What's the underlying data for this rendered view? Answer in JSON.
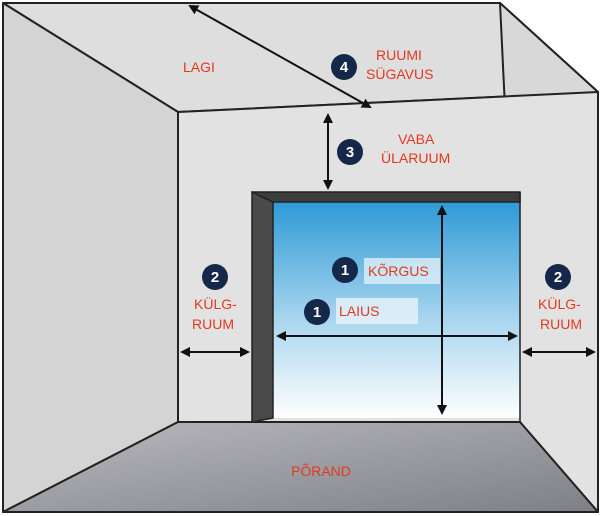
{
  "labels": {
    "ceiling": "LAGI",
    "floor": "PÕRAND",
    "depth_line1": "RUUMI",
    "depth_line2": "SÜGAVUS",
    "headroom_line1": "VABA",
    "headroom_line2": "ÜLARUUM",
    "height": "KÕRGUS",
    "width": "LAIUS",
    "side_left_line1": "KÜLG-",
    "side_left_line2": "RUUM",
    "side_right_line1": "KÜLG-",
    "side_right_line2": "RUUM"
  },
  "badges": {
    "depth": "4",
    "headroom": "3",
    "height": "1",
    "width": "1",
    "side_left": "2",
    "side_right": "2"
  },
  "colors": {
    "label_red": "#e23a1f",
    "badge_navy": "#15284a",
    "wall_grey": "#dcdcdc",
    "floor_grey": "#9a9aa0",
    "opening_blue_top": "#2f9ad6",
    "opening_blue_bottom": "#ffffff"
  }
}
